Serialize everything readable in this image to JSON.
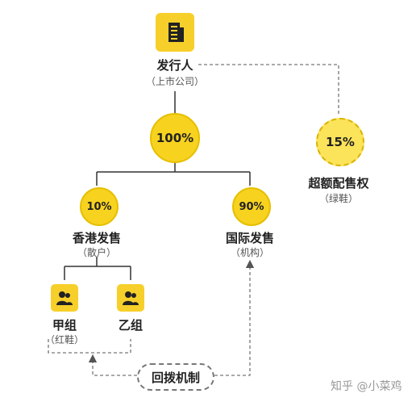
{
  "issuer": {
    "label": "发行人",
    "sub": "（上市公司）",
    "icon": "building-icon"
  },
  "total": {
    "value": "100%"
  },
  "greenshoe": {
    "value": "15%",
    "label": "超额配售权",
    "sub": "（绿鞋）"
  },
  "hk_offering": {
    "value": "10%",
    "label": "香港发售",
    "sub": "（散户）"
  },
  "intl_offering": {
    "value": "90%",
    "label": "国际发售",
    "sub": "（机构）"
  },
  "group_a": {
    "label": "甲组",
    "sub": "（红鞋）",
    "icon": "person-icon"
  },
  "group_b": {
    "label": "乙组",
    "icon": "person-icon"
  },
  "clawback": {
    "label": "回拨机制"
  },
  "watermark": {
    "label": "知乎 @小菜鸡"
  },
  "colors": {
    "accent": "#f7cf2a",
    "line": "#333333",
    "dashed": "#777777"
  }
}
